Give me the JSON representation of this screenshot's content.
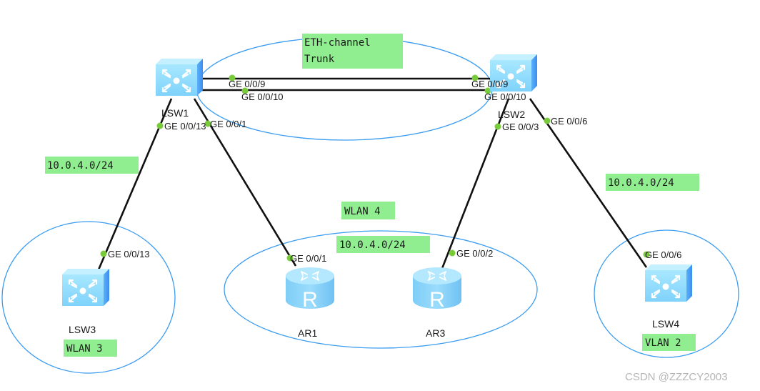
{
  "diagram": {
    "type": "network-topology",
    "devices": [
      {
        "id": "LSW1",
        "label": "LSW1",
        "kind": "switch"
      },
      {
        "id": "LSW2",
        "label": "LSW2",
        "kind": "switch"
      },
      {
        "id": "LSW3",
        "label": "LSW3",
        "kind": "switch"
      },
      {
        "id": "LSW4",
        "label": "LSW4",
        "kind": "switch"
      },
      {
        "id": "AR1",
        "label": "AR1",
        "kind": "router",
        "glyph": "R"
      },
      {
        "id": "AR3",
        "label": "AR3",
        "kind": "router",
        "glyph": "R"
      }
    ],
    "links": [
      {
        "from": "LSW1",
        "to": "LSW2",
        "from_port": "GE 0/0/9",
        "to_port": "GE 0/0/9"
      },
      {
        "from": "LSW1",
        "to": "LSW2",
        "from_port": "GE 0/0/10",
        "to_port": "GE 0/0/10"
      },
      {
        "from": "LSW1",
        "to": "LSW3",
        "from_port": "GE 0/0/13",
        "to_port": "GE 0/0/13"
      },
      {
        "from": "LSW1",
        "to": "AR1",
        "from_port": "GE 0/0/1",
        "to_port": "GE 0/0/1"
      },
      {
        "from": "LSW2",
        "to": "AR3",
        "from_port": "GE 0/0/3",
        "to_port": "GE 0/0/2"
      },
      {
        "from": "LSW2",
        "to": "LSW4",
        "from_port": "GE 0/0/6",
        "to_port": "GE 0/0/6"
      }
    ],
    "notes": {
      "eth_channel": [
        "ETH-channel",
        "Trunk"
      ],
      "subnet_left": "10.0.4.0/24",
      "subnet_right": "10.0.4.0/24",
      "subnet_center": "10.0.4.0/24",
      "wlan4": "WLAN 4",
      "wlan3": "WLAN 3",
      "vlan2": "VLAN 2"
    },
    "colors": {
      "link": "#111111",
      "port_dot": "#7acb3a",
      "area_outline": "#3b9cf0",
      "note_bg": "#90ee90",
      "switch_face": "#8fdcfb",
      "switch_side": "#4d9ef5"
    }
  },
  "watermark": "CSDN @ZZZCY2003"
}
